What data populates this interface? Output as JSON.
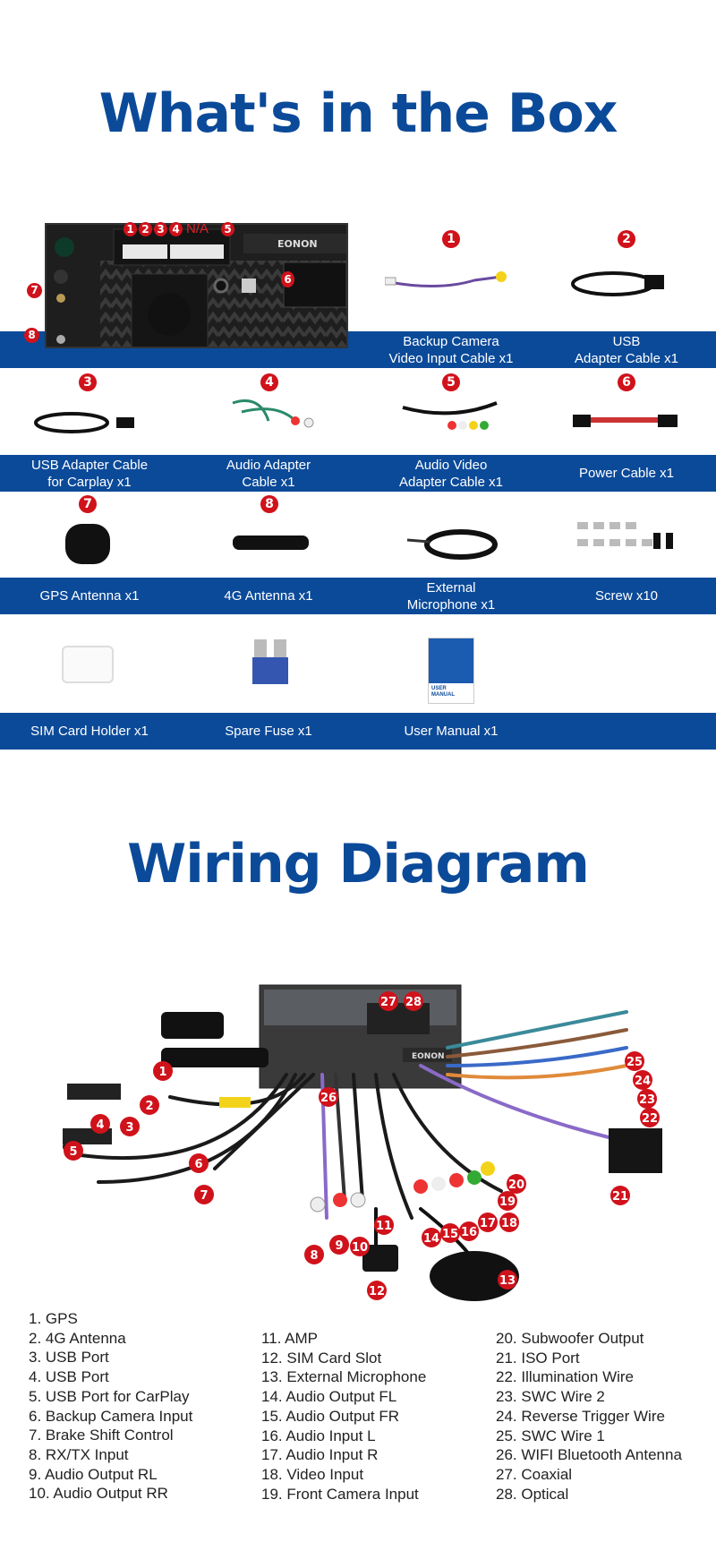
{
  "box_section": {
    "title": "What's in the Box",
    "device_callouts": [
      "1",
      "2",
      "3",
      "4",
      "N/A",
      "5",
      "6",
      "7",
      "8"
    ],
    "brand": "EONON",
    "items": [
      {
        "num": "1",
        "label_l1": "Backup Camera",
        "label_l2": "Video Input Cable x1"
      },
      {
        "num": "2",
        "label_l1": "USB",
        "label_l2": "Adapter Cable x1"
      },
      {
        "num": "3",
        "label_l1": "USB Adapter Cable",
        "label_l2": "for Carplay x1"
      },
      {
        "num": "4",
        "label_l1": "Audio Adapter",
        "label_l2": "Cable x1"
      },
      {
        "num": "5",
        "label_l1": "Audio Video",
        "label_l2": "Adapter Cable x1"
      },
      {
        "num": "6",
        "label_l1": "Power Cable x1",
        "label_l2": ""
      },
      {
        "num": "7",
        "label_l1": "GPS Antenna x1",
        "label_l2": ""
      },
      {
        "num": "8",
        "label_l1": "4G Antenna x1",
        "label_l2": ""
      },
      {
        "num": "",
        "label_l1": "External",
        "label_l2": "Microphone x1"
      },
      {
        "num": "",
        "label_l1": "Screw x10",
        "label_l2": ""
      },
      {
        "num": "",
        "label_l1": "SIM Card Holder x1",
        "label_l2": ""
      },
      {
        "num": "",
        "label_l1": "Spare Fuse x1",
        "label_l2": ""
      },
      {
        "num": "",
        "label_l1": "User Manual x1",
        "label_l2": ""
      }
    ],
    "manual_cover_text": "USER MANUAL"
  },
  "wiring_section": {
    "title": "Wiring Diagram",
    "markers": [
      "1",
      "2",
      "3",
      "4",
      "5",
      "6",
      "7",
      "8",
      "9",
      "10",
      "11",
      "12",
      "13",
      "14",
      "15",
      "16",
      "17",
      "18",
      "19",
      "20",
      "21",
      "22",
      "23",
      "24",
      "25",
      "26",
      "27",
      "28"
    ],
    "legend_col1": [
      "1. GPS",
      "2. 4G Antenna",
      "3. USB Port",
      "4. USB Port",
      "5. USB Port for CarPlay",
      "6. Backup Camera Input",
      "7. Brake Shift Control",
      "8. RX/TX Input",
      "9. Audio Output RL",
      "10. Audio Output RR"
    ],
    "legend_col2": [
      "11. AMP",
      "12. SIM Card Slot",
      "13. External Microphone",
      "14. Audio Output FL",
      "15. Audio Output FR",
      "16. Audio Input L",
      "17. Audio Input R",
      "18. Video Input",
      "19. Front Camera Input"
    ],
    "legend_col3": [
      "20. Subwoofer Output",
      "21. ISO Port",
      "22. Illumination Wire",
      "23. SWC Wire 2",
      "24. Reverse Trigger Wire",
      "25. SWC Wire 1",
      "26. WIFI Bluetooth Antenna",
      "27. Coaxial",
      "28. Optical"
    ]
  },
  "colors": {
    "brand_blue": "#0b4a99",
    "callout_red": "#d0121b"
  }
}
